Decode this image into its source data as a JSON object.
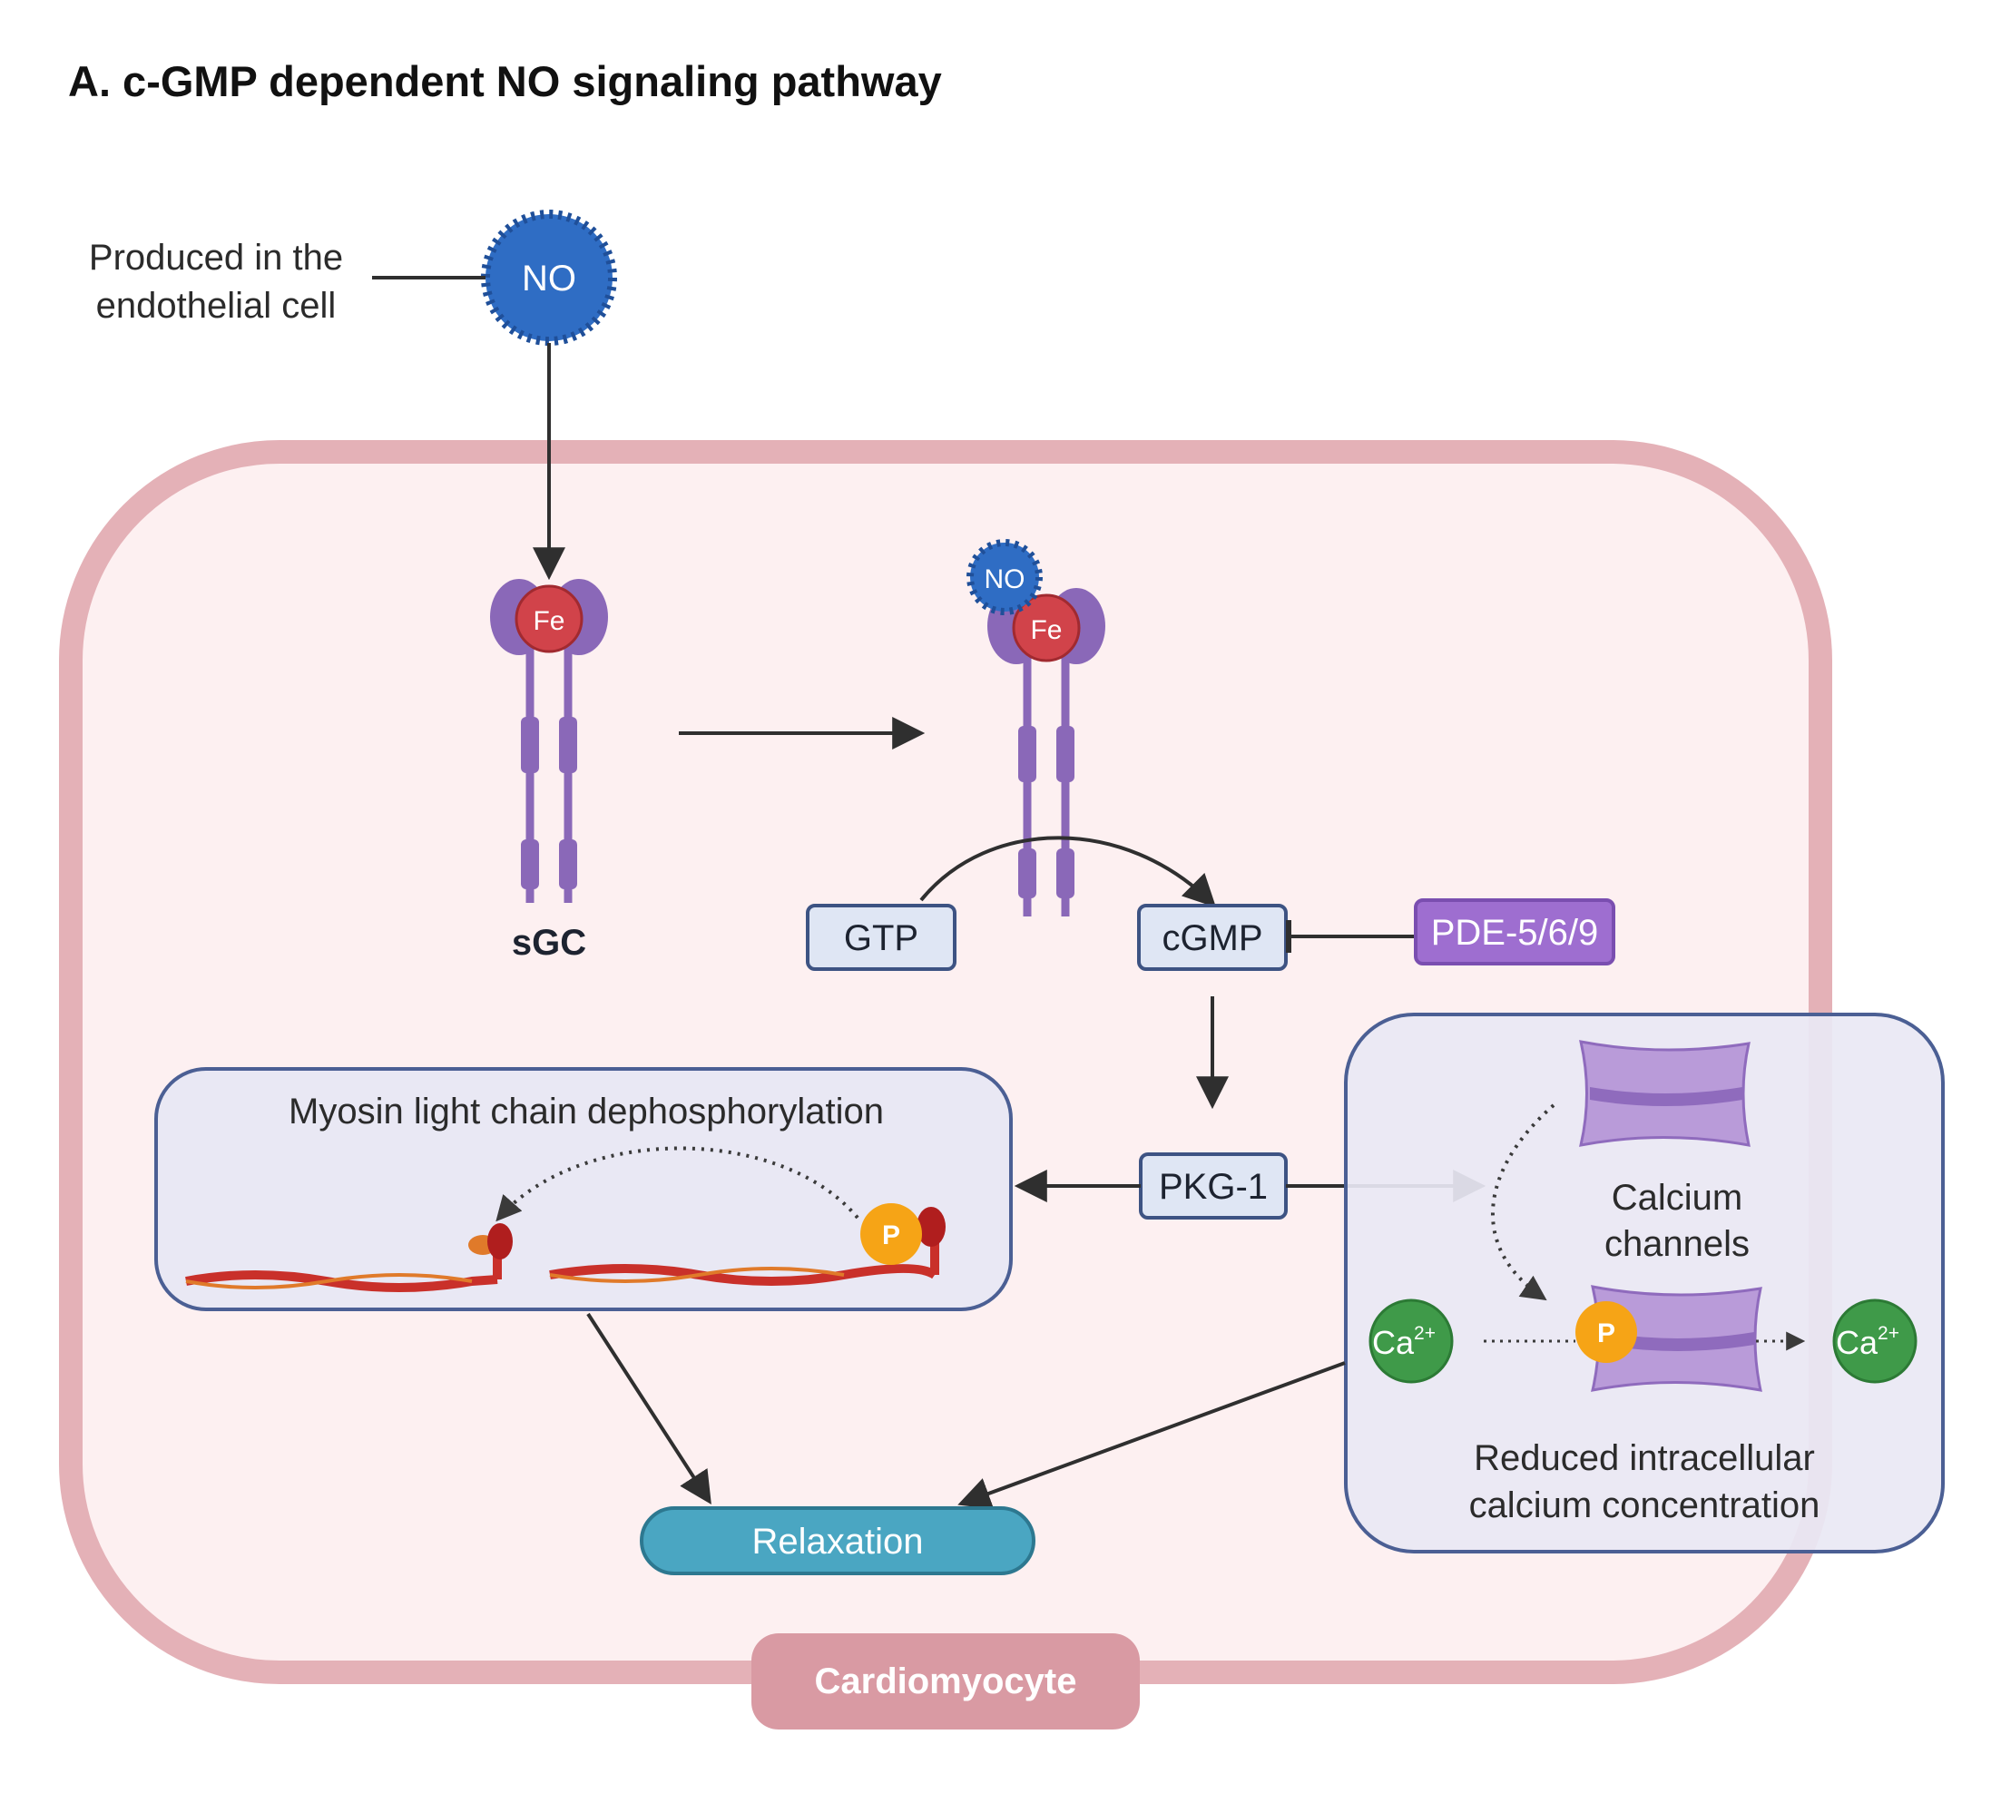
{
  "title": "A. c-GMP dependent NO signaling pathway",
  "no_source": {
    "label_line1": "Produced in the",
    "label_line2": "endothelial cell",
    "molecule": "NO"
  },
  "sgc_inactive": {
    "fe": "Fe",
    "label": "sGC"
  },
  "sgc_active": {
    "no": "NO",
    "fe": "Fe"
  },
  "nodes": {
    "gtp": "GTP",
    "cgmp": "cGMP",
    "pde": "PDE-5/6/9",
    "pkg": "PKG-1",
    "relaxation": "Relaxation"
  },
  "myosin_panel": {
    "title": "Myosin light chain dephosphorylation",
    "phosphate": "P"
  },
  "calcium_panel": {
    "channels_line1": "Calcium",
    "channels_line2": "channels",
    "ion_left": "Ca",
    "ion_right": "Ca",
    "charge": "2+",
    "phosphate": "P",
    "outcome_line1": "Reduced intracellular",
    "outcome_line2": "calcium concentration"
  },
  "cell_label": "Cardiomyocyte",
  "colors": {
    "cell_fill": "#fdf0f1",
    "cell_border": "#e4b1b7",
    "cell_label_bg": "#d99aa3",
    "no_blue": "#2f6dc4",
    "fe_red": "#d1434a",
    "sgc_purple": "#8a68b8",
    "box_fill": "#dfe6f4",
    "box_border": "#3d5383",
    "pde_purple": "#9e6ed0",
    "relaxation_teal": "#4aa6c2",
    "phosphate_orange": "#f6a416",
    "calcium_green": "#3f9a49",
    "channel_purple": "#b99bd9",
    "panel_fill": "#e9e8f4",
    "panel_border": "#4b5f94",
    "myosin_red": "#c9302a"
  }
}
